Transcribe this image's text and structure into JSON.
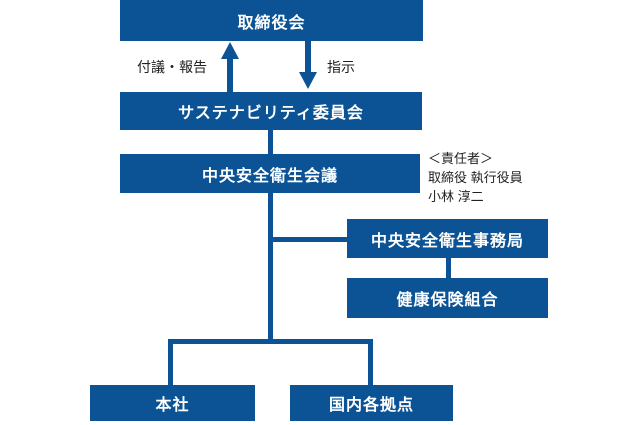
{
  "colors": {
    "box_blue": "#0b5394",
    "box_text": "#ffffff",
    "label_text": "#222222"
  },
  "boxes": {
    "board": "取締役会",
    "sustainability": "サステナビリティ委員会",
    "central_council": "中央安全衛生会議",
    "secretariat": "中央安全衛生事務局",
    "health_insurance": "健康保険組合",
    "head_office": "本社",
    "domestic_sites": "国内各拠点"
  },
  "arrow_labels": {
    "up": "付議・報告",
    "down": "指示"
  },
  "responsible": {
    "line1": "＜責任者＞",
    "line2": "取締役 執行役員",
    "line3": "小林 淳二"
  }
}
